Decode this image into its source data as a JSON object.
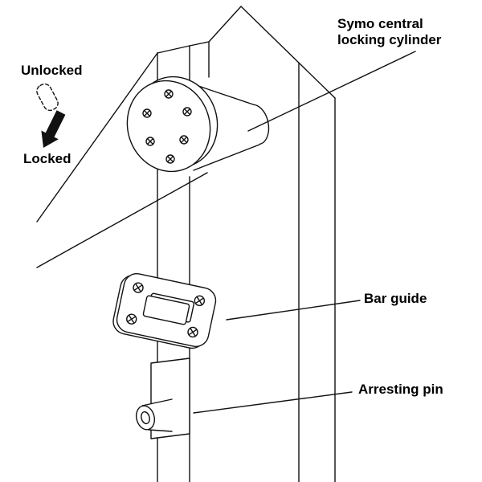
{
  "diagram": {
    "background_color": "#ffffff",
    "line_color": "#111111",
    "text_color": "#000000",
    "labels": {
      "cylinder": "Symo central locking cylinder",
      "unlocked": "Unlocked",
      "locked": "Locked",
      "bar_guide": "Bar guide",
      "arresting_pin": "Arresting pin"
    }
  }
}
